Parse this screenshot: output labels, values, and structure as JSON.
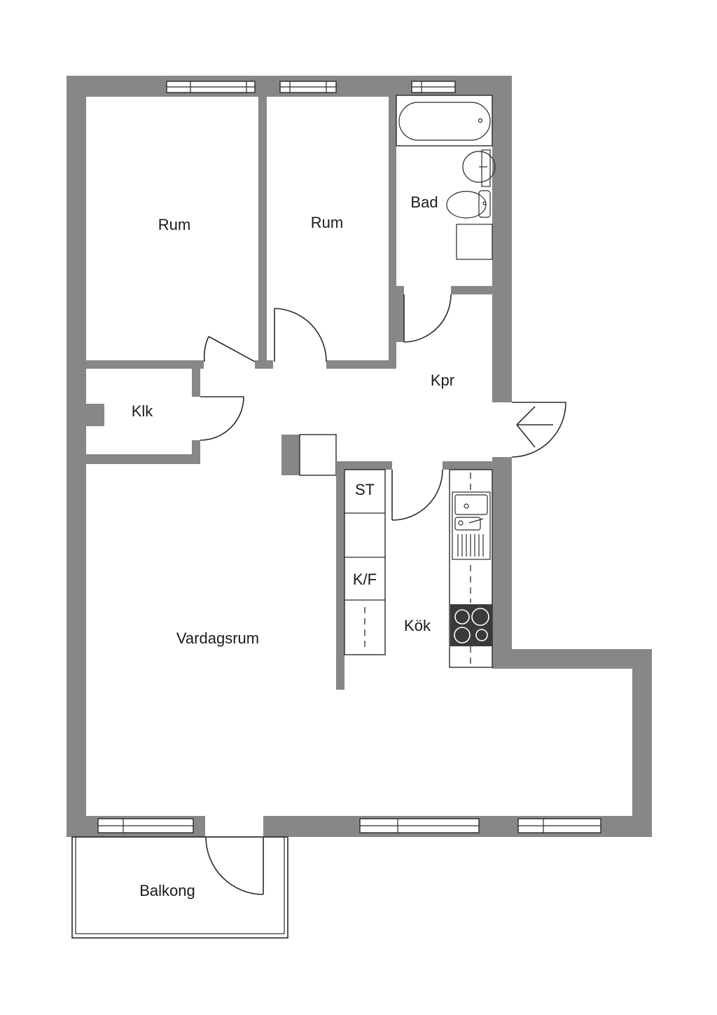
{
  "floorplan": {
    "rooms": {
      "rum1": "Rum",
      "rum2": "Rum",
      "bad": "Bad",
      "kpr": "Kpr",
      "klk": "Klk",
      "vardagsrum": "Vardagsrum",
      "kok": "Kök",
      "balkong": "Balkong"
    },
    "fixtures": {
      "st": "ST",
      "kf": "K/F"
    },
    "colors": {
      "wall": "#878787",
      "stove": "#3a3a3a"
    }
  }
}
